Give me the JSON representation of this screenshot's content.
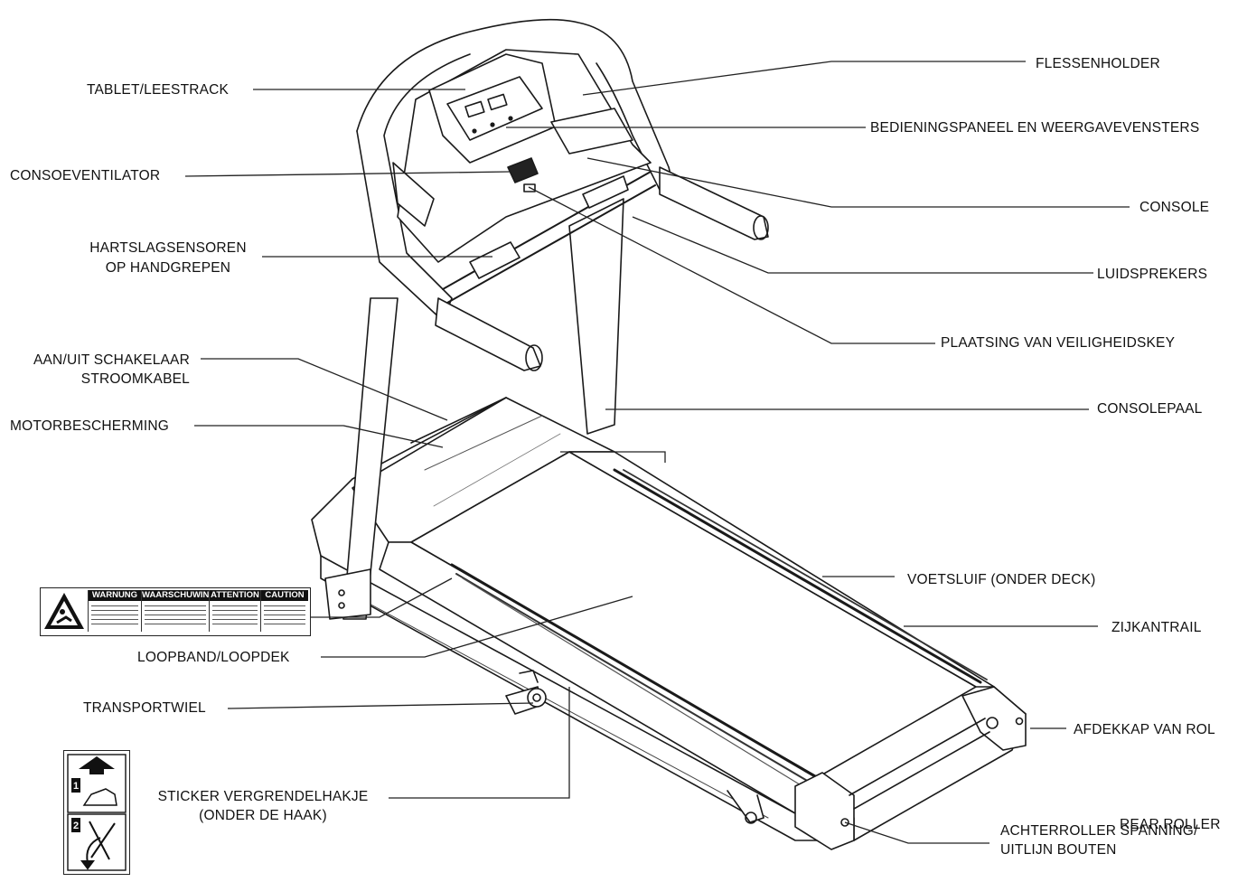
{
  "labels": {
    "tablet": "TABLET/LEESTRACK",
    "fan": "CONSOEVENTILATOR",
    "hr_sensors_1": "HARTSLAGSENSOREN",
    "hr_sensors_2": "OP HANDGREPEN",
    "power_1": "AAN/UIT SCHAKELAAR",
    "power_2": "STROOMKABEL",
    "motor": "MOTORBESCHERMING",
    "belt": "LOOPBAND/LOOPDEK",
    "wheel": "TRANSPORTWIEL",
    "sticker_1": "STICKER VERGRENDELHAKJE",
    "sticker_2": "(ONDER DE HAAK)",
    "bottle": "FLESSENHOLDER",
    "panel": "BEDIENINGSPANEEL EN WEERGAVEVENSTERS",
    "console": "CONSOLE",
    "speakers": "LUIDSPREKERS",
    "key": "PLAATSING VAN VEILIGHEIDSKEY",
    "upright": "CONSOLEPAAL",
    "foot": "VOETSLUIF (ONDER DECK)",
    "rail": "ZIJKANTRAIL",
    "end_cap": "AFDEKKAP VAN ROL",
    "rear_roller_en": "REAR ROLLER",
    "rear_roller_1": "ACHTERROLLER SPANNING/",
    "rear_roller_2": "UITLIJN BOUTEN"
  },
  "warning_label": {
    "headers": [
      "WARNUNG",
      "WAARSCHUWING",
      "ATTENTION",
      "CAUTION"
    ]
  },
  "lock_sticker": {
    "step_1": "1",
    "step_2": "2"
  }
}
